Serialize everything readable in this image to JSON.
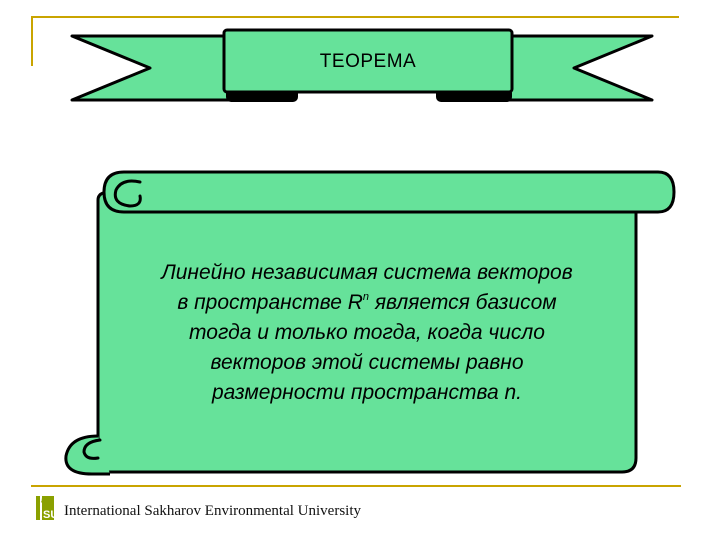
{
  "banner": {
    "title": "ТЕОРЕМА"
  },
  "theorem": {
    "line1": "Линейно независимая система векторов",
    "line2_before": "в пространстве R",
    "line2_sup": "n",
    "line2_after": " является базисом",
    "line3": "тогда и только тогда, когда число",
    "line4": "векторов этой системы равно",
    "line5": "размерности пространства n."
  },
  "footer": {
    "university": "International Sakharov Environmental University",
    "logo_text": "ISEU"
  },
  "colors": {
    "fill": "#66e29a",
    "stroke": "#000000",
    "frame": "#c9a400",
    "logo": "#8aa000"
  }
}
